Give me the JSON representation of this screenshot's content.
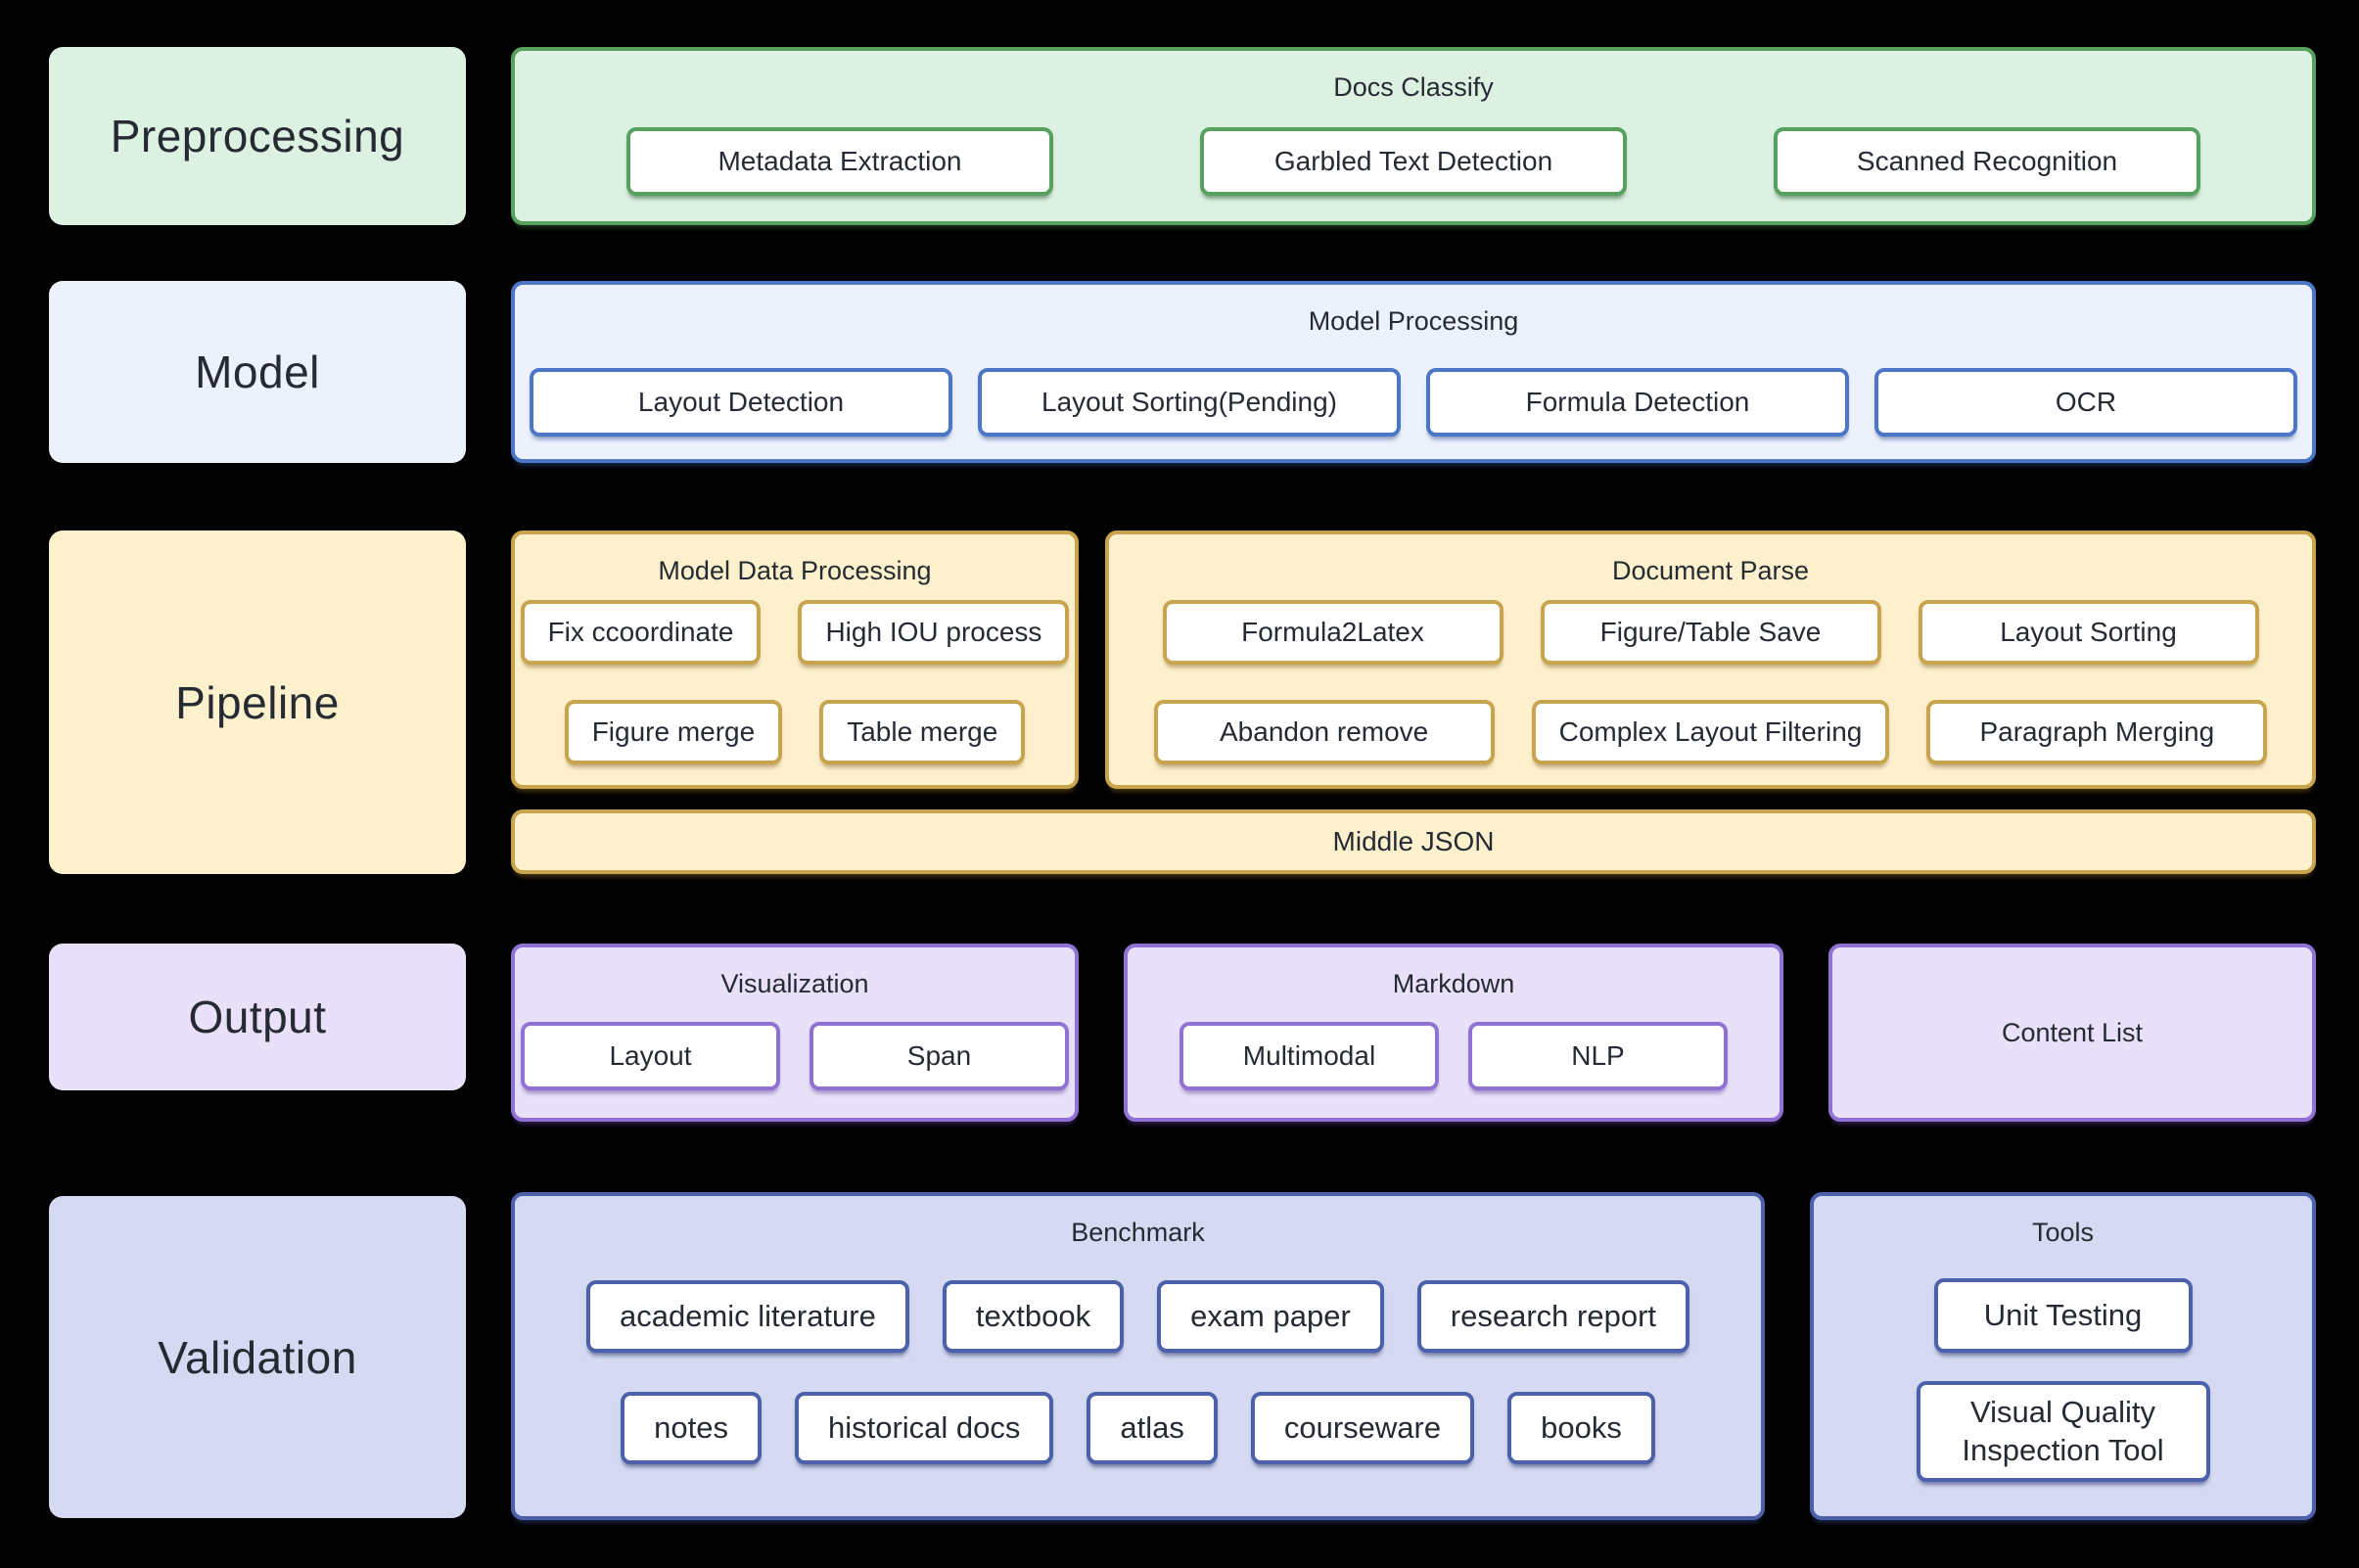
{
  "diagram": {
    "rows": [
      {
        "label": "Preprocessing",
        "container": {
          "title": "Docs Classify",
          "items": [
            "Metadata Extraction",
            "Garbled Text Detection",
            "Scanned Recognition"
          ]
        }
      },
      {
        "label": "Model",
        "container": {
          "title": "Model Processing",
          "items": [
            "Layout Detection",
            "Layout Sorting(Pending)",
            "Formula Detection",
            "OCR"
          ]
        }
      },
      {
        "label": "Pipeline",
        "containers": [
          {
            "title": "Model Data Processing",
            "rows": [
              [
                "Fix ccoordinate",
                "High IOU process"
              ],
              [
                "Figure merge",
                "Table merge"
              ]
            ]
          },
          {
            "title": "Document Parse",
            "rows": [
              [
                "Formula2Latex",
                "Figure/Table Save",
                "Layout Sorting"
              ],
              [
                "Abandon remove",
                "Complex Layout Filtering",
                "Paragraph Merging"
              ]
            ]
          }
        ],
        "bar": "Middle JSON"
      },
      {
        "label": "Output",
        "containers": [
          {
            "title": "Visualization",
            "items": [
              "Layout",
              "Span"
            ]
          },
          {
            "title": "Markdown",
            "items": [
              "Multimodal",
              "NLP"
            ]
          },
          {
            "title": "Content List",
            "items": []
          }
        ]
      },
      {
        "label": "Validation",
        "containers": [
          {
            "title": "Benchmark",
            "rows": [
              [
                "academic literature",
                "textbook",
                "exam paper",
                "research report"
              ],
              [
                "notes",
                "historical docs",
                "atlas",
                "courseware",
                "books"
              ]
            ]
          },
          {
            "title": "Tools",
            "items": [
              "Unit Testing",
              "Visual Quality Inspection Tool"
            ]
          }
        ]
      }
    ],
    "colors": {
      "background": "#000000",
      "text": "#262b33",
      "green_fill": "#ddf1e2",
      "green_border": "#56a15e",
      "blue_fill": "#edf1fb",
      "blue_border": "#4c76c6",
      "yellow_fill": "#fdf0cd",
      "yellow_border": "#c8a44e",
      "purple_fill": "#e9e0f9",
      "purple_border": "#8f72d2",
      "periwinkle_fill": "#d5daf2",
      "periwinkle_border": "#4c61aa"
    }
  }
}
